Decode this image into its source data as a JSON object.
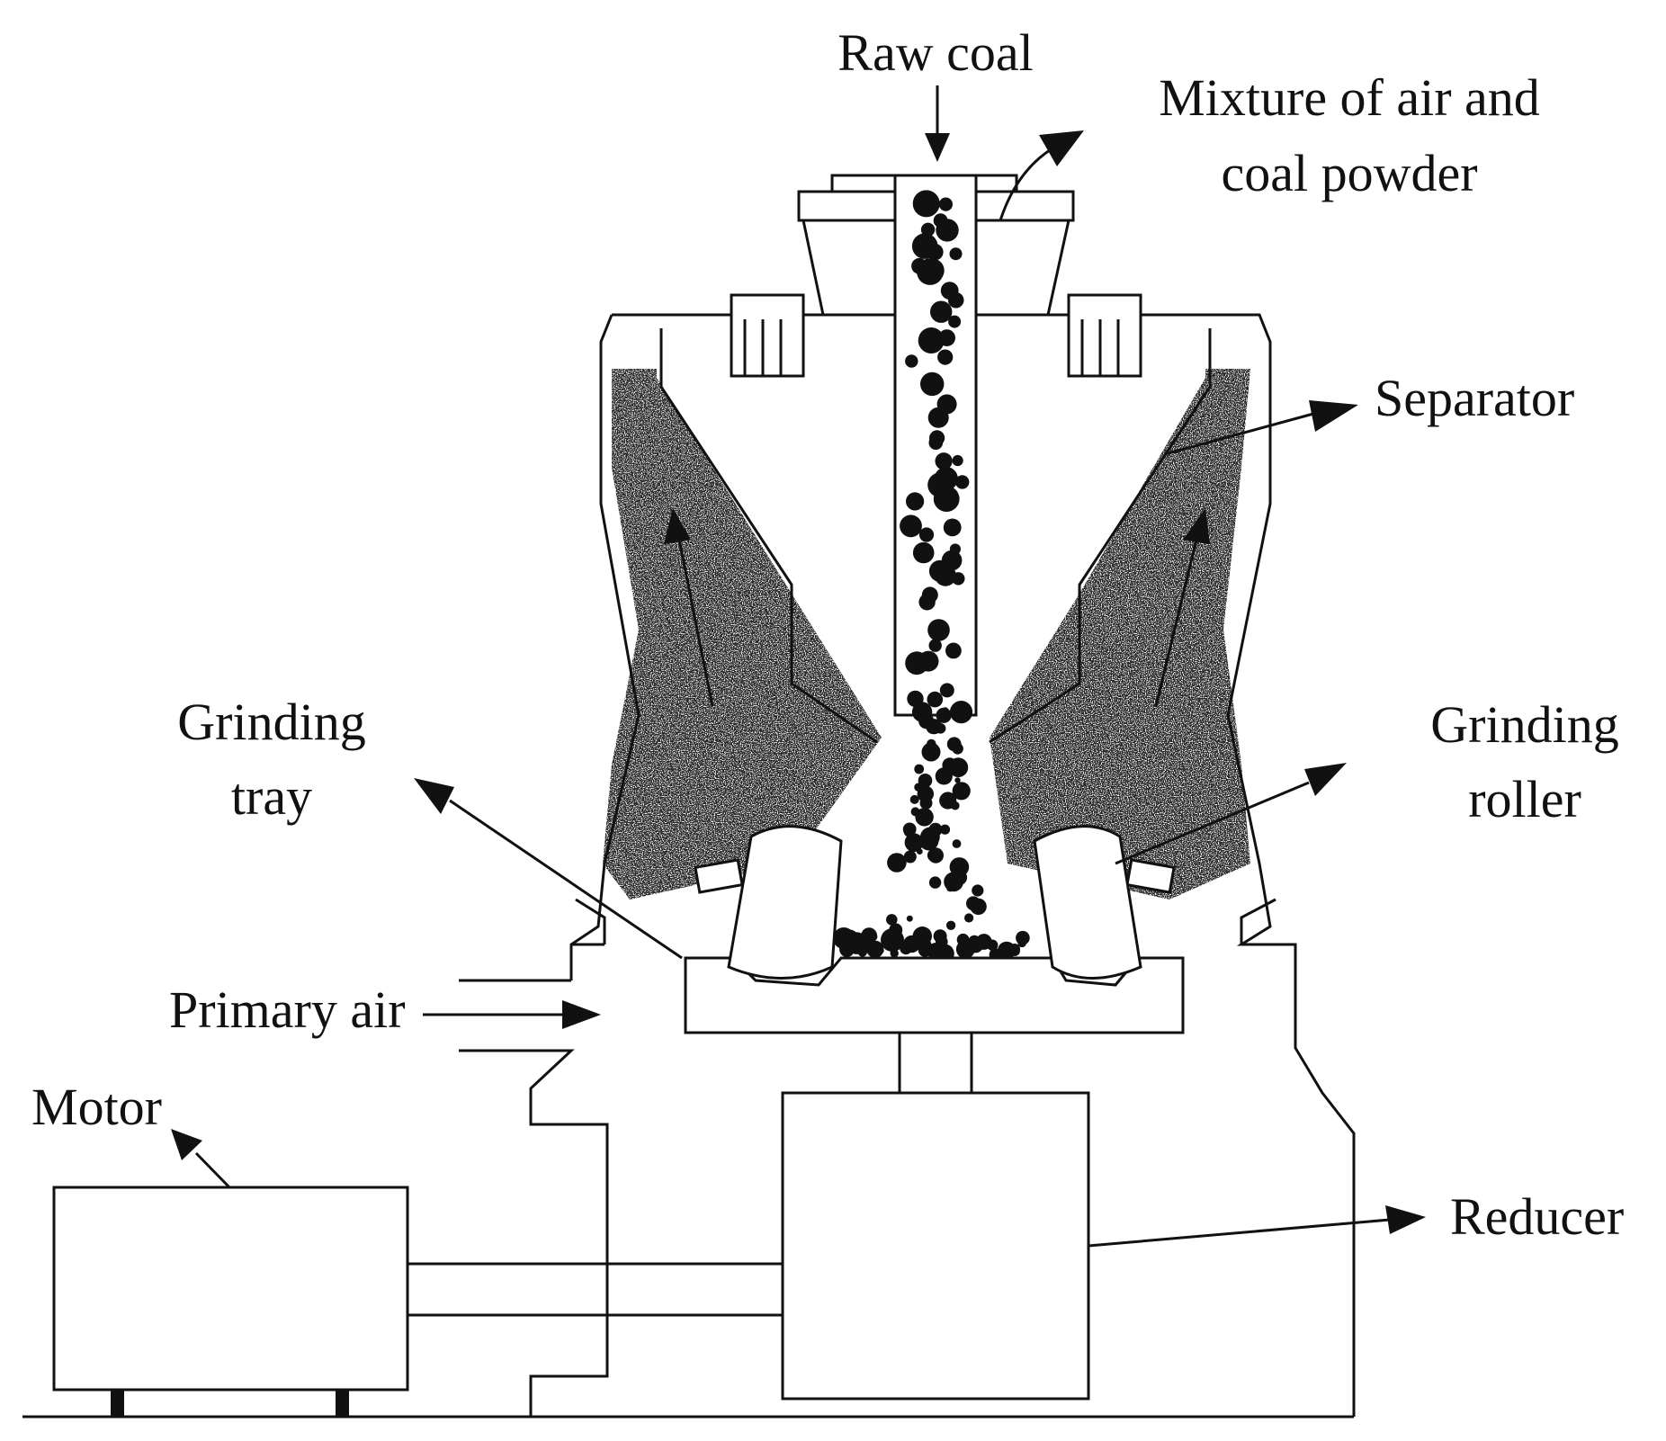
{
  "labels": {
    "raw_coal": "Raw coal",
    "mixture_line1": "Mixture of air and",
    "mixture_line2": "coal powder",
    "separator": "Separator",
    "grinding_tray_line1": "Grinding",
    "grinding_tray_line2": "tray",
    "grinding_roller_line1": "Grinding",
    "grinding_roller_line2": "roller",
    "primary_air": "Primary air",
    "motor": "Motor",
    "reducer": "Reducer"
  }
}
